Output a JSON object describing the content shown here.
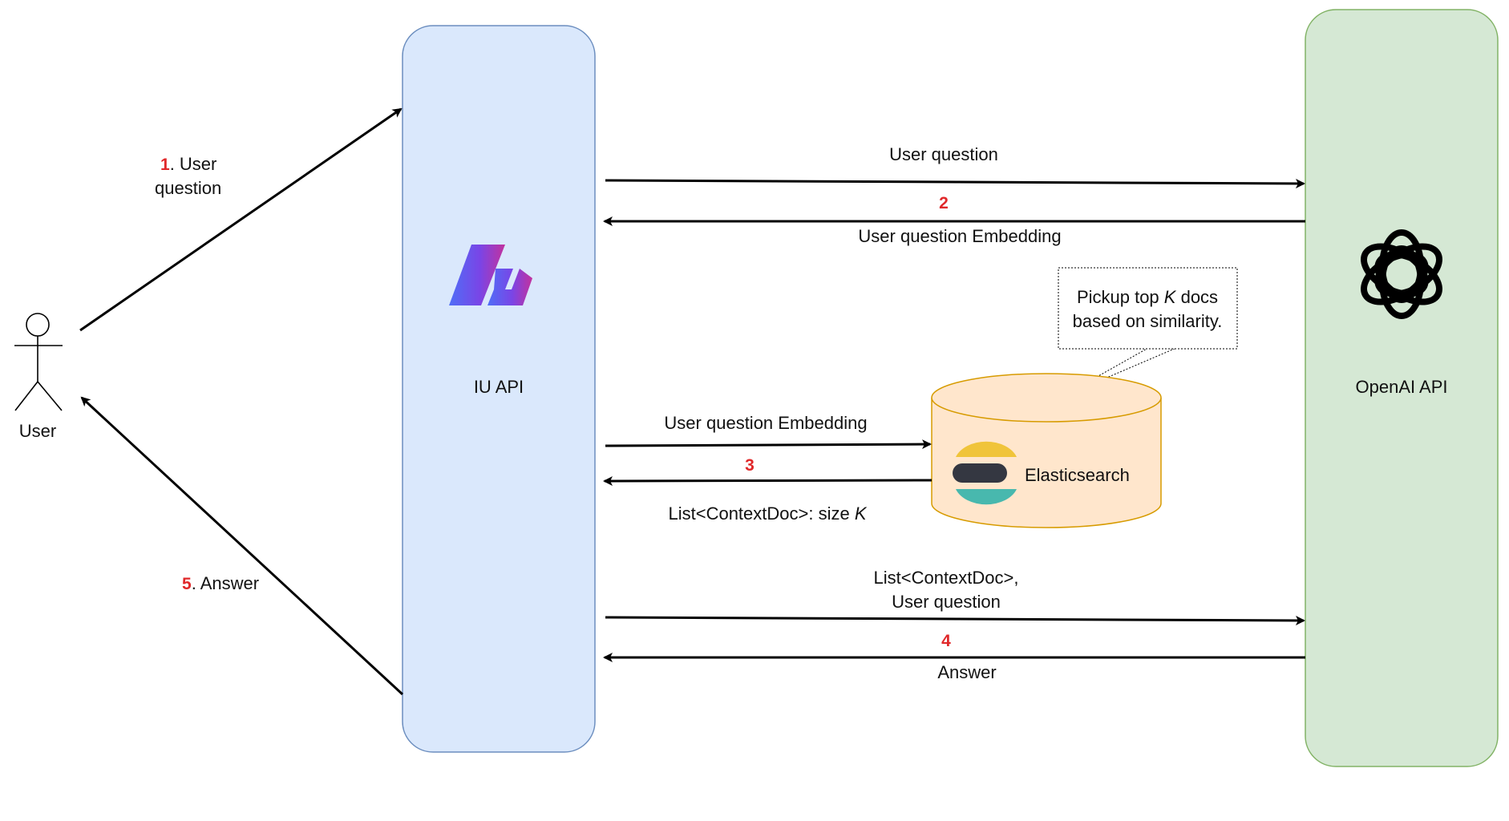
{
  "user": {
    "label": "User"
  },
  "iu_api": {
    "label": "IU API",
    "fill": "#dae8fc",
    "stroke": "#6c8ebf"
  },
  "openai_api": {
    "label": "OpenAI API",
    "fill": "#d5e8d4",
    "stroke": "#82b366"
  },
  "elasticsearch": {
    "label": "Elasticsearch",
    "fill": "#ffe6cc",
    "stroke": "#d79b00"
  },
  "note": {
    "line1_before": "Pickup top ",
    "line1_var": "K",
    "line1_after": " docs",
    "line2": "based on similarity."
  },
  "steps": {
    "s1": {
      "num": "1",
      "rest": ". User",
      "line2": "question"
    },
    "s2": {
      "num": "2",
      "request": "User question",
      "response": "User question Embedding"
    },
    "s3": {
      "num": "3",
      "request": "User question Embedding",
      "response_before": "List<ContextDoc>: size ",
      "response_var": "K"
    },
    "s4": {
      "num": "4",
      "request_line1": "List<ContextDoc>,",
      "request_line2": "User question",
      "response": "Answer"
    },
    "s5": {
      "num": "5",
      "rest": ". Answer"
    }
  },
  "colors": {
    "step_number": "#e0282a",
    "arrow": "#000000",
    "elastic_yellow": "#f0c43a",
    "elastic_dark": "#343741",
    "elastic_teal": "#48b8ae"
  },
  "icons": {
    "iu_logo": "iu-logo-icon",
    "openai_logo": "openai-logo-icon",
    "elastic_logo": "elasticsearch-logo-icon",
    "user": "user-actor-icon"
  }
}
